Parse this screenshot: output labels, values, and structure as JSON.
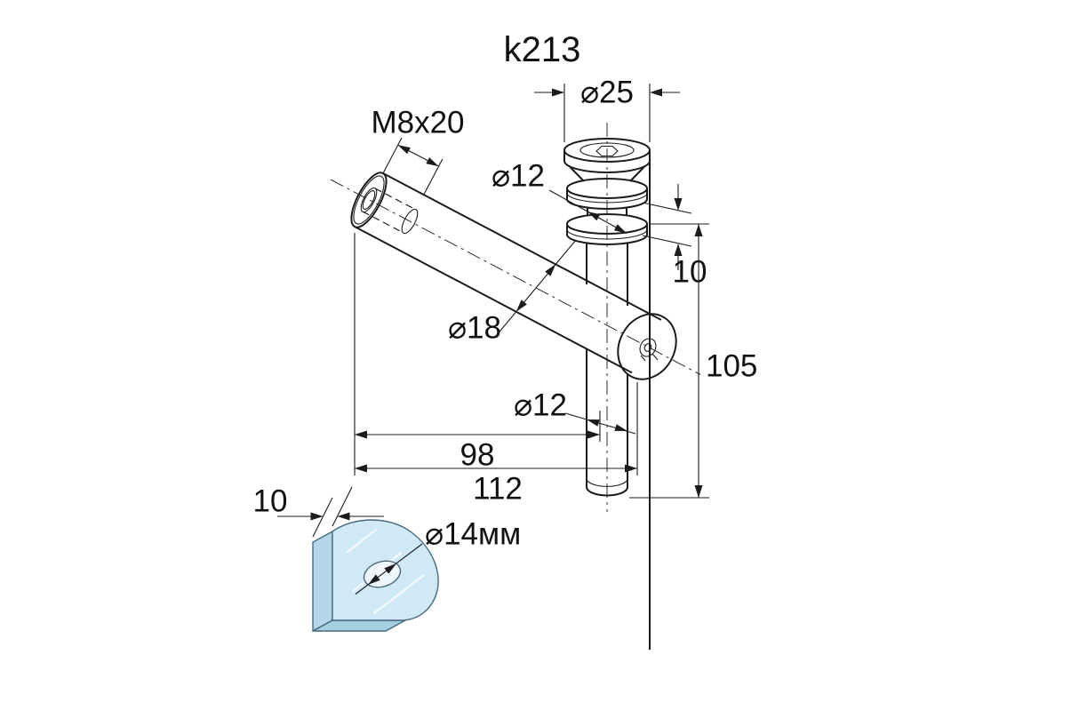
{
  "title": "k213",
  "dimensions": {
    "knob_diameter": "⌀25",
    "thread_spec": "M8x20",
    "neck_diameter": "⌀12",
    "arm_diameter": "⌀18",
    "clamp_gap": "10",
    "overall_height": "105",
    "arm_length": "98",
    "overall_length": "112",
    "glass_thickness": "10",
    "pin_diameter": "⌀12",
    "glass_hole_diameter": "⌀14мм"
  },
  "colors": {
    "line": "#1b1b1b",
    "glass_fill": "#cfe9f6",
    "glass_side": "#b3d7e8",
    "glass_bottom": "#a6cfe2",
    "glass_hole_fill": "#eef7fb",
    "glass_edge": "#49697c",
    "background": "#ffffff"
  }
}
